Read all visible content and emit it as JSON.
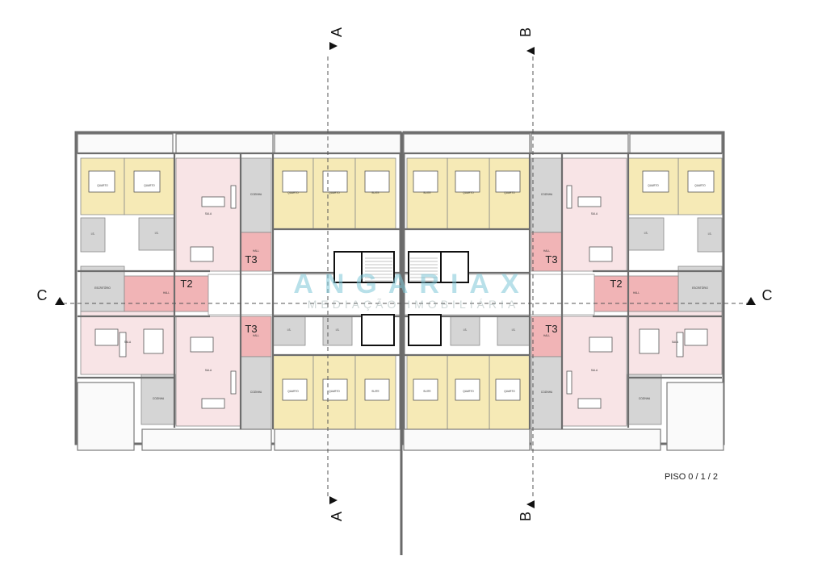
{
  "plan": {
    "floor_label": "PISO 0 / 1 / 2",
    "section_markers": [
      "A",
      "B",
      "C"
    ],
    "unit_types": [
      "T2",
      "T3"
    ],
    "room_names": [
      "QUARTO",
      "SUITE",
      "SALA",
      "COZINHA",
      "ESCRITÓRIO",
      "I.S.",
      "HALL"
    ],
    "colors": {
      "bedroom": "#f6eab6",
      "living": "#f8e4e6",
      "hall": "#f1b4b6",
      "kitchen": "#d5d5d5",
      "wall": "#6d6d6d",
      "section_line": "#555555"
    }
  },
  "watermark": {
    "brand": "ANGARIAX",
    "tagline": "MEDIAÇÃO IMOBILIÁRIA"
  }
}
